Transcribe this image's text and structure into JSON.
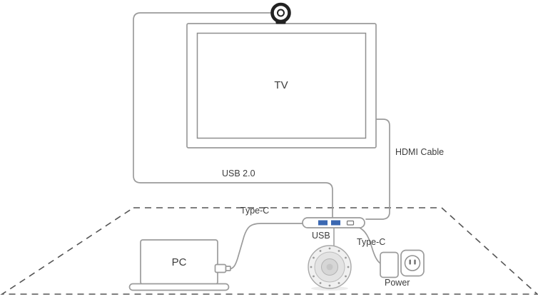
{
  "diagram": {
    "labels": {
      "tv": "TV",
      "pc": "PC",
      "usb2": "USB 2.0",
      "hdmi": "HDMI Cable",
      "typec_left": "Type-C",
      "usb": "USB",
      "typec_right": "Type-C",
      "power": "Power"
    }
  },
  "colors": {
    "line": "#9b9b9b",
    "dash": "#555555",
    "dark": "#222222",
    "usb": "#3b68b2",
    "text": "#3d3d3d"
  }
}
